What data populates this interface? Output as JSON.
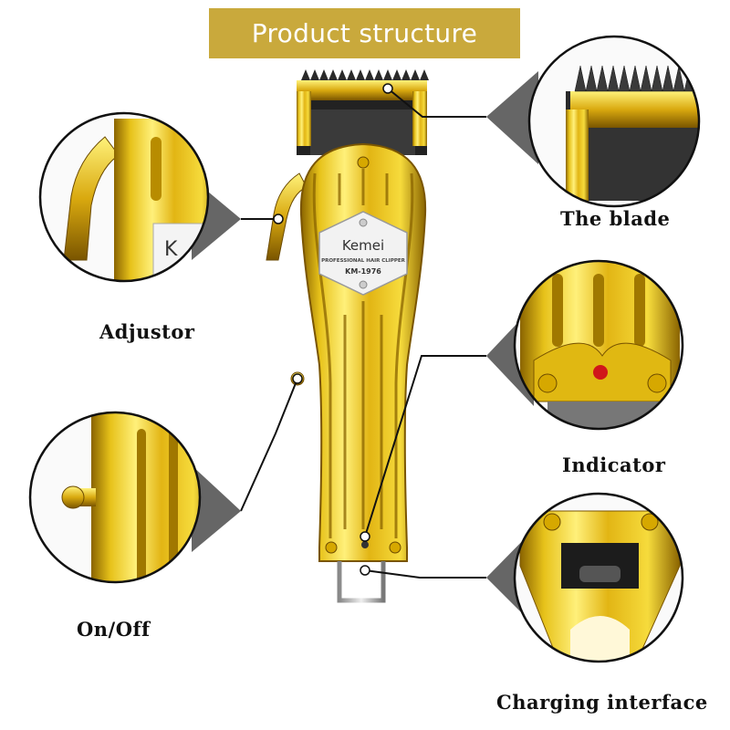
{
  "banner": {
    "title": "Product structure",
    "color": "#c9a93c"
  },
  "product": {
    "brand": "Kemei",
    "subtitle": "PROFESSIONAL HAIR CLIPPER",
    "model": "KM-1976",
    "body_color": "#e8c21c",
    "indicator_color": "#d0161a"
  },
  "callouts": {
    "blade": "The blade",
    "adjustor": "Adjustor",
    "indicator": "Indicator",
    "onoff": "On/Off",
    "charging": "Charging interface"
  }
}
